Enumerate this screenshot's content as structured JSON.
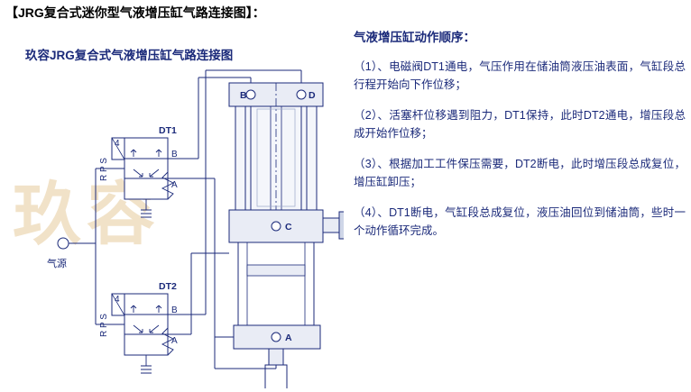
{
  "page": {
    "title": "【JRG复合式迷你型气液增压缸气路连接图】："
  },
  "diagram": {
    "title": "玖容JRG复合式气液增压缸气路连接图",
    "watermark": "玖容",
    "labels": {
      "dt1": "DT1",
      "dt2": "DT2",
      "valve1_left": "R P S",
      "valve2_left": "R P S",
      "port_a_valve1": "A",
      "port_b_valve1": "B",
      "port_a_valve2": "A",
      "port_b_valve2": "B",
      "cyl_b": "B",
      "cyl_d": "D",
      "cyl_c": "C",
      "cyl_a": "A",
      "air_source": "气源",
      "valve_num1": "4",
      "valve_num2": "4"
    },
    "colors": {
      "line": "#1b2a7a",
      "body_fill": "#e9ecf5",
      "accent": "#1b2a7a",
      "watermark": "#f1e2c8"
    }
  },
  "description": {
    "heading": "气液增压缸动作顺序：",
    "steps": [
      "（1）、电磁阀DT1通电，气压作用在储油筒液压油表面，气缸段总行程开始向下作位移；",
      "（2）、活塞杆位移遇到阻力，DT1保持，此时DT2通电，增压段总成开始作位移；",
      "（3）、根据加工工件保压需要，DT2断电，此时增压段总成复位，增压缸卸压；",
      "（4）、DT1断电，气缸段总成复位，液压油回位到储油筒，些时一个动作循环完成。"
    ]
  }
}
